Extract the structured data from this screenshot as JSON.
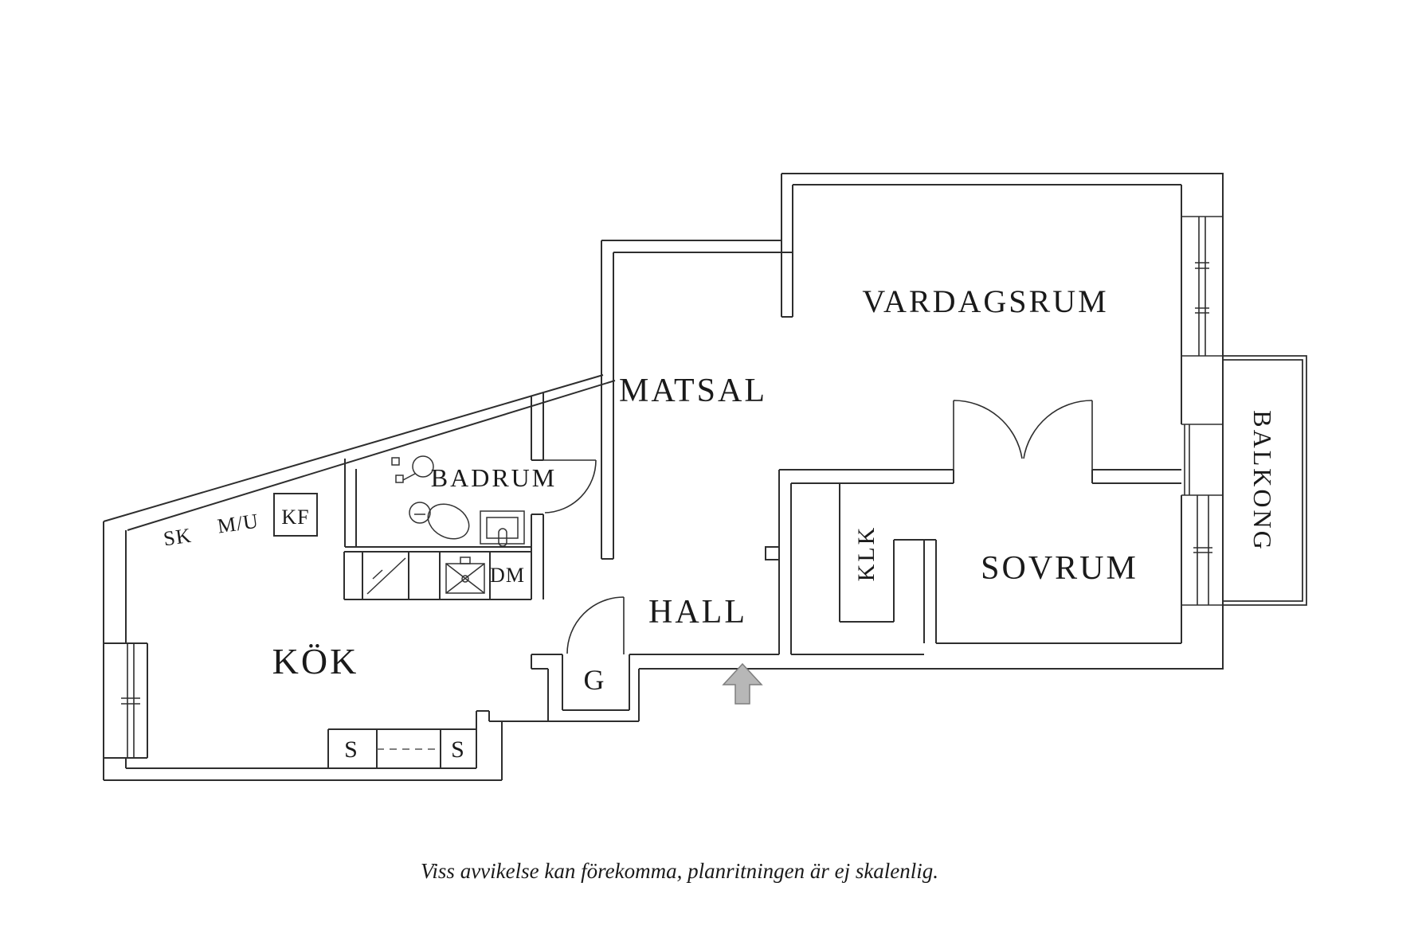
{
  "plan": {
    "rooms": [
      {
        "id": "vardagsrum",
        "label": "VARDAGSRUM"
      },
      {
        "id": "matsal",
        "label": "MATSAL"
      },
      {
        "id": "sovrum",
        "label": "SOVRUM"
      },
      {
        "id": "kok",
        "label": "KÖK"
      },
      {
        "id": "hall",
        "label": "HALL"
      },
      {
        "id": "badrum",
        "label": "BADRUM"
      },
      {
        "id": "balkong",
        "label": "BALKONG"
      },
      {
        "id": "klk",
        "label": "KLK"
      }
    ],
    "fixtures": {
      "sk": "SK",
      "mu": "M/U",
      "kf": "KF",
      "dm": "DM",
      "s_left": "S",
      "s_right": "S",
      "g": "G"
    },
    "footer": {
      "disclaimer": "Viss avvikelse kan förekomma, planritningen är ej skalenlig."
    },
    "colors": {
      "wall": "#2e2e2e",
      "text": "#1a1a1a",
      "arrow_fill": "#b7b7b7",
      "arrow_stroke": "#7e7e7e",
      "background": "#ffffff"
    }
  }
}
